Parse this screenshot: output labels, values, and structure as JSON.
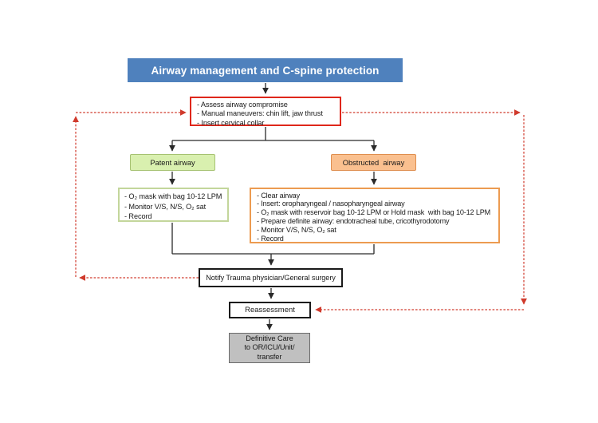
{
  "title": {
    "label": "Airway management and C-spine protection",
    "bg_color": "#4F81BD",
    "text_color": "#FFFFFF"
  },
  "assess_box": {
    "border_color": "#DF271B",
    "lines": [
      "- Assess airway compromise",
      "- Manual maneuvers: chin lift, jaw thrust",
      "- Insert cervical collar"
    ]
  },
  "branches": {
    "patent": {
      "label": "Patent airway",
      "fill_color": "#D9F0AF",
      "border_color": "#A6C272",
      "detail_border_color": "#C3D69B",
      "detail_lines": [
        "- O₂ mask with bag 10-12 LPM",
        "- Monitor V/S, N/S, O₂ sat",
        "- Record"
      ]
    },
    "obstructed": {
      "label": "Obstructed  airway",
      "fill_color": "#FAC08F",
      "border_color": "#DF8E4F",
      "detail_border_color": "#EC9B51",
      "detail_lines": [
        "- Clear airway",
        "- Insert: oropharyngeal / nasopharyngeal airway",
        "- O₂ mask with reservoir bag 10-12 LPM or Hold mask  with bag 10-12 LPM",
        "- Prepare definite airway: endotracheal tube, cricothyrodotomy",
        "- Monitor V/S, N/S, O₂ sat",
        "- Record"
      ]
    }
  },
  "notify_box": {
    "label": "Notify Trauma physician/General surgery"
  },
  "reassessment_box": {
    "label": "Reassessment"
  },
  "definitive_box": {
    "fill_color": "#C0C0C0",
    "lines": [
      "Definitive Care",
      "to OR/ICU/Unit/",
      "transfer"
    ]
  },
  "colors": {
    "flow_connector": "#2A2A2A",
    "feedback_dashed": "#D03A2C"
  }
}
